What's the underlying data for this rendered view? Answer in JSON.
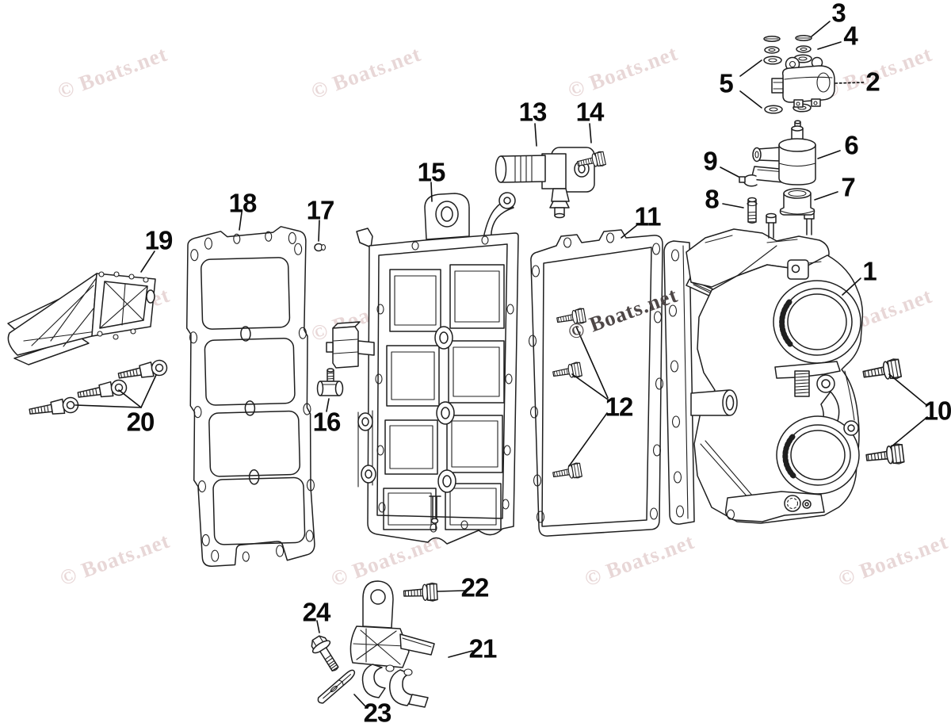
{
  "watermark": {
    "text": "© Boats.net",
    "light_color": "#e8d7d7",
    "dark_color": "#4e4747"
  },
  "callouts": {
    "c1": "1",
    "c2": "2",
    "c3": "3",
    "c4": "4",
    "c5": "5",
    "c6": "6",
    "c7": "7",
    "c8": "8",
    "c9": "9",
    "c10": "10",
    "c11": "11",
    "c12": "12",
    "c13": "13",
    "c14": "14",
    "c15": "15",
    "c16": "16",
    "c17": "17",
    "c18": "18",
    "c19": "19",
    "c20": "20",
    "c21": "21",
    "c22": "22",
    "c23": "23",
    "c24": "24"
  }
}
